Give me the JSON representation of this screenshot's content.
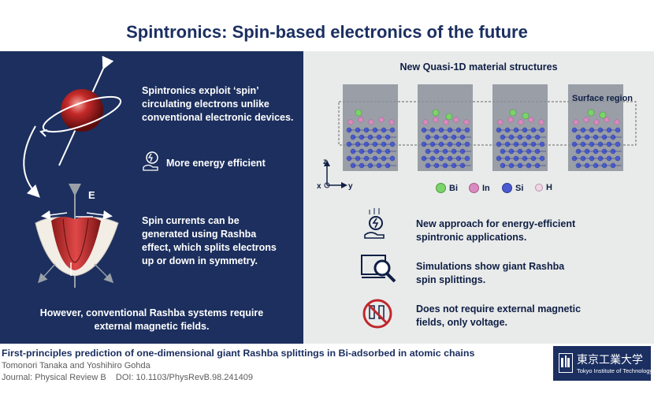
{
  "title": "Spintronics: Spin-based electronics of the future",
  "left": {
    "intro_line1": "Spintronics exploit ‘spin’",
    "intro_line2": "circulating electrons unlike",
    "intro_line3": "conventional electronic devices.",
    "energy_label": "More energy efficient",
    "rashba_line1": "Spin currents can be",
    "rashba_line2": "generated using Rashba",
    "rashba_line3": "effect, which splits electrons",
    "rashba_line4": "up or down in symmetry.",
    "however_line1": "However, conventional Rashba systems require",
    "however_line2": "external magnetic fields.",
    "energy_axis_label": "E"
  },
  "right": {
    "heading": "New Quasi-1D material structures",
    "surface_label": "Surface region",
    "axis_z": "z",
    "axis_x": "x",
    "axis_y": "y",
    "legend": [
      {
        "label": "Bi",
        "color": "#7cd36a"
      },
      {
        "label": "In",
        "color": "#d98bc0"
      },
      {
        "label": "Si",
        "color": "#4a5bd1"
      },
      {
        "label": "H",
        "color": "#f0d6e6"
      }
    ],
    "points": [
      {
        "line1": "New approach for energy-efficient",
        "line2": "spintronic applications.",
        "icon": "energy-hand-icon"
      },
      {
        "line1": "Simulations show giant Rashba",
        "line2": "spin splittings.",
        "icon": "simulation-magnifier-icon"
      },
      {
        "line1": "Does not require external magnetic",
        "line2": "fields, only voltage.",
        "icon": "no-magnet-icon"
      }
    ]
  },
  "footer": {
    "paper_title": "First-principles prediction of one-dimensional giant Rashba splittings in Bi-adsorbed in atomic chains",
    "authors": "Tomonori Tanaka and Yoshihiro Gohda",
    "journal": "Journal: Physical Review B    DOI: 10.1103/PhysRevB.98.241409"
  },
  "logo": {
    "main": "東京工業大学",
    "sub": "Tokyo Institute of Technology"
  }
}
